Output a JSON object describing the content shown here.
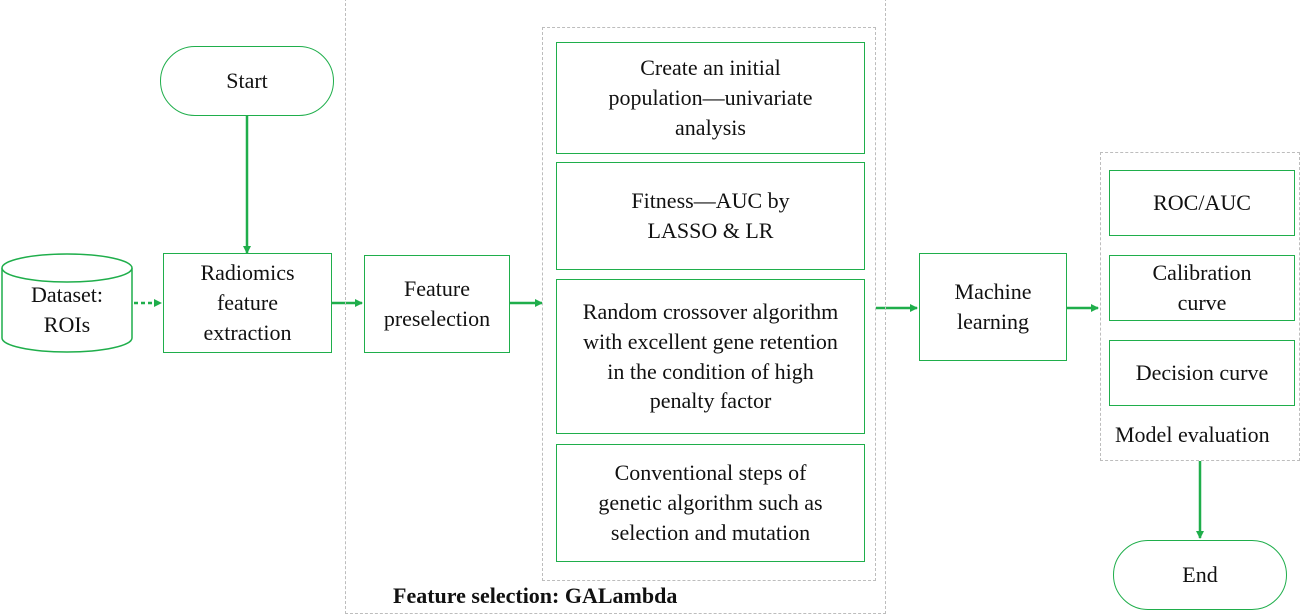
{
  "start_label": "Start",
  "end_label": "End",
  "dataset_label": "Dataset:\nROIs",
  "radiomics_label": "Radiomics\nfeature\nextraction",
  "preselection_label": "Feature\npreselection",
  "ga_steps": [
    "Create an initial\npopulation—univariate\nanalysis",
    "Fitness—AUC by\nLASSO & LR",
    "Random crossover algorithm\nwith excellent gene retention\nin the condition of high\npenalty factor",
    "Conventional steps of\ngenetic algorithm such as\nselection and mutation"
  ],
  "feature_selection_caption": "Feature selection: GALambda",
  "machine_learning_label": "Machine\nlearning",
  "evaluation_items": [
    "ROC/AUC",
    "Calibration\ncurve",
    "Decision curve"
  ],
  "model_evaluation_caption": "Model evaluation",
  "colors": {
    "accent": "#1fae4b",
    "dashed_border": "#bdbdbd"
  }
}
